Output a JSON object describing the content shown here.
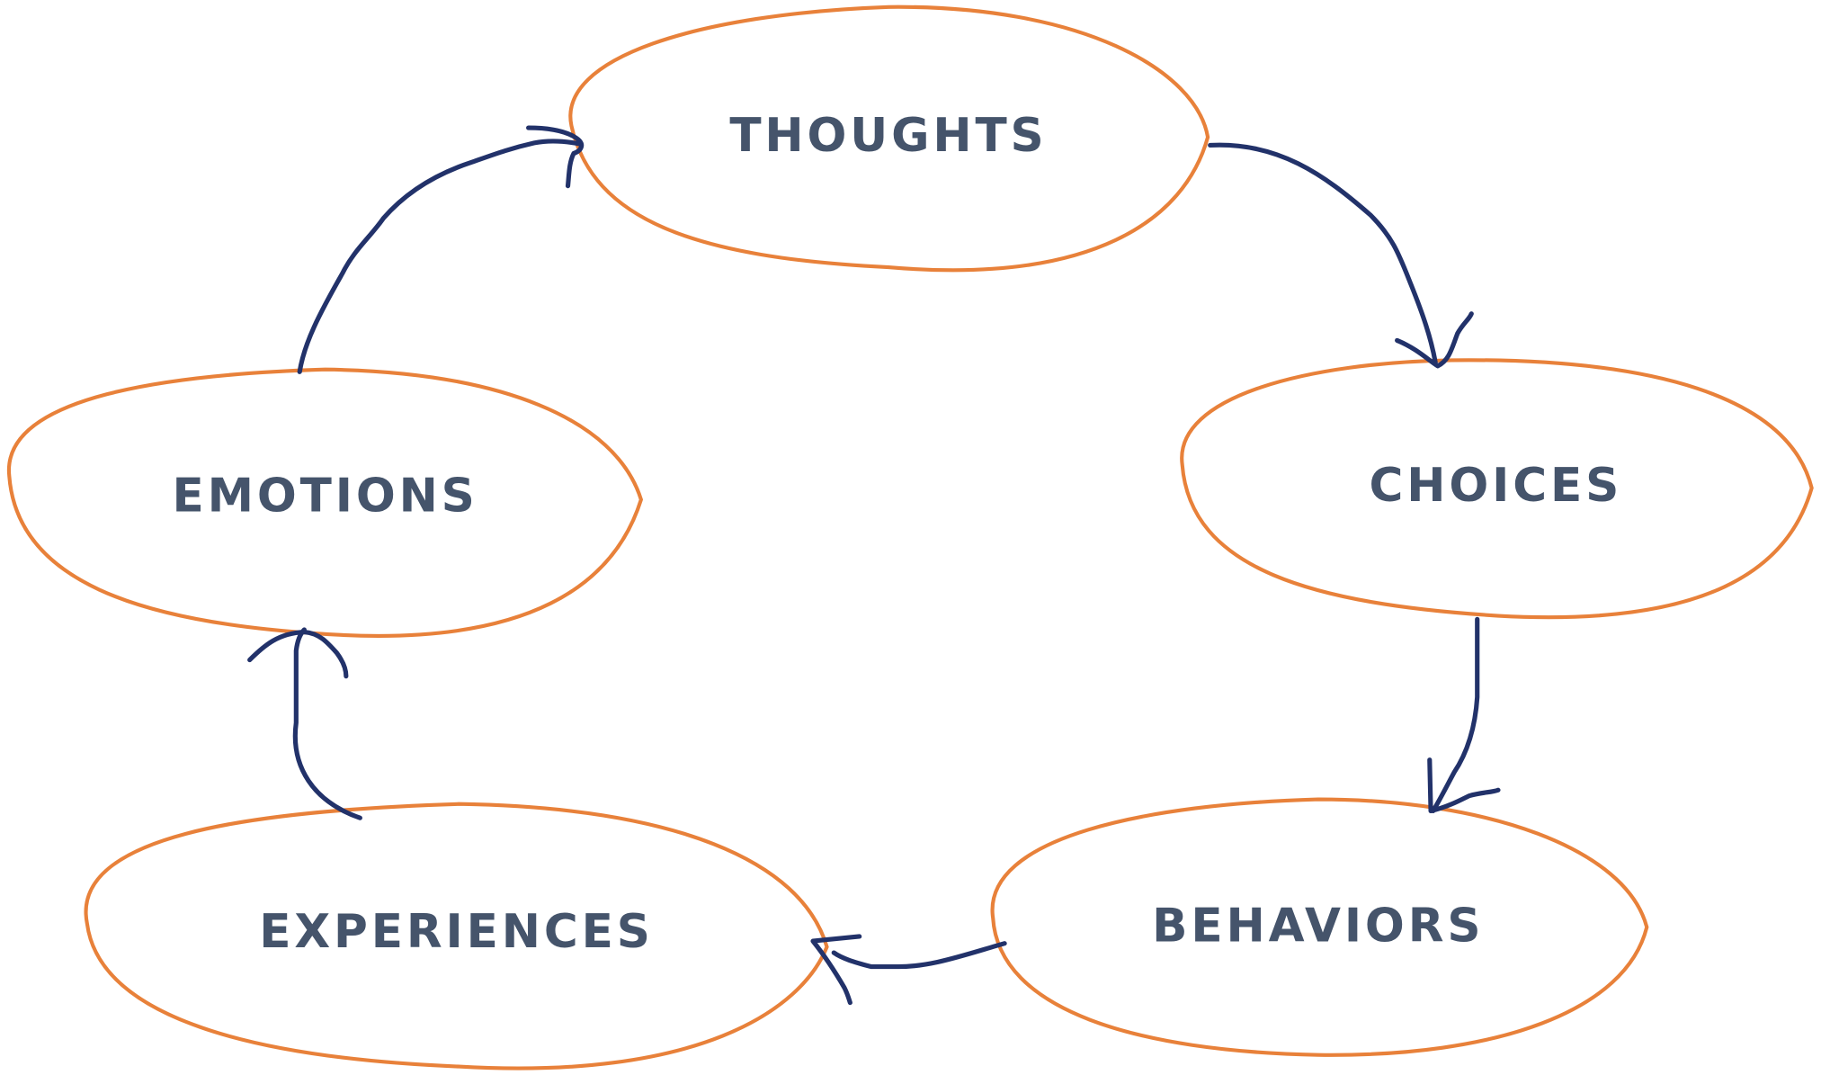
{
  "diagram": {
    "type": "cycle",
    "colors": {
      "node_outline": "#E8813A",
      "arrow": "#22326A",
      "label": "#45546B",
      "background": "#FFFFFF"
    },
    "nodes": [
      {
        "id": "thoughts",
        "label": "THOUGHTS"
      },
      {
        "id": "choices",
        "label": "CHOICES"
      },
      {
        "id": "behaviors",
        "label": "BEHAVIORS"
      },
      {
        "id": "experiences",
        "label": "EXPERIENCES"
      },
      {
        "id": "emotions",
        "label": "EMOTIONS"
      }
    ],
    "edges": [
      {
        "from": "thoughts",
        "to": "choices"
      },
      {
        "from": "choices",
        "to": "behaviors"
      },
      {
        "from": "behaviors",
        "to": "experiences"
      },
      {
        "from": "experiences",
        "to": "emotions"
      },
      {
        "from": "emotions",
        "to": "thoughts"
      }
    ]
  }
}
